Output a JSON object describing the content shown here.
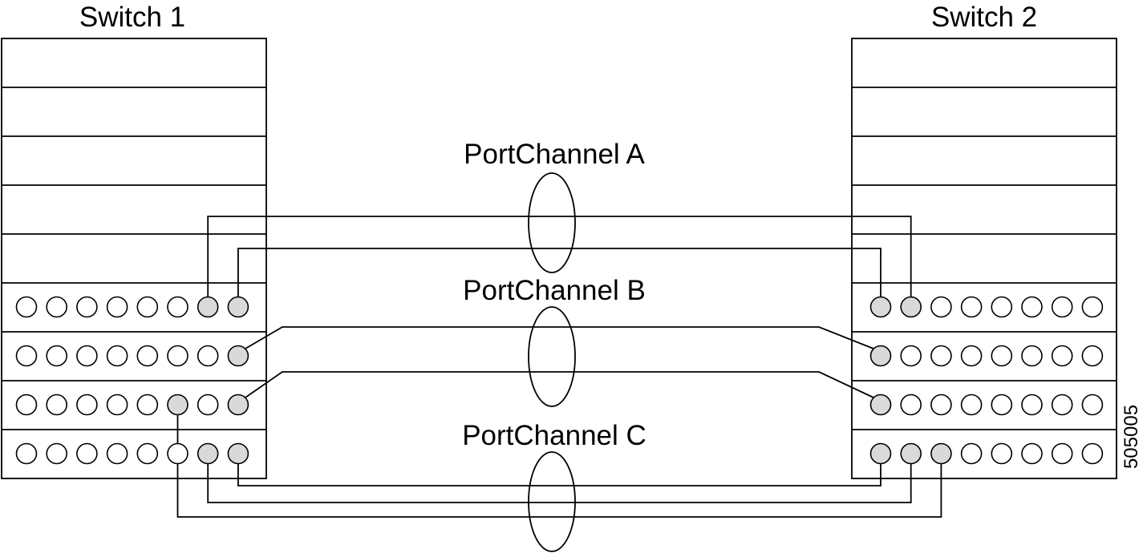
{
  "figure": {
    "id": "505005",
    "colors": {
      "line": "#000000",
      "port_idle": "#ffffff",
      "port_used": "#d9d9d9"
    },
    "switches": [
      {
        "key": "s1",
        "label": "Switch 1",
        "blank_slots": 5,
        "port_rows": 4,
        "ports_per_row": 8,
        "used_ports": [
          [
            0,
            6
          ],
          [
            0,
            7
          ],
          [
            1,
            7
          ],
          [
            2,
            5
          ],
          [
            2,
            7
          ],
          [
            3,
            6
          ],
          [
            3,
            7
          ]
        ]
      },
      {
        "key": "s2",
        "label": "Switch 2",
        "blank_slots": 5,
        "port_rows": 4,
        "ports_per_row": 8,
        "used_ports": [
          [
            0,
            0
          ],
          [
            0,
            1
          ],
          [
            1,
            0
          ],
          [
            2,
            0
          ],
          [
            3,
            0
          ],
          [
            3,
            1
          ],
          [
            3,
            2
          ]
        ]
      }
    ],
    "port_channels": [
      {
        "key": "a",
        "label": "PortChannel A",
        "links": [
          {
            "from": [
              0,
              6
            ],
            "to": [
              0,
              1
            ]
          },
          {
            "from": [
              0,
              7
            ],
            "to": [
              0,
              0
            ]
          }
        ]
      },
      {
        "key": "b",
        "label": "PortChannel B",
        "links": [
          {
            "from": [
              1,
              7
            ],
            "to": [
              1,
              0
            ]
          },
          {
            "from": [
              2,
              7
            ],
            "to": [
              2,
              0
            ]
          }
        ]
      },
      {
        "key": "c",
        "label": "PortChannel C",
        "links": [
          {
            "from": [
              3,
              7
            ],
            "to": [
              3,
              0
            ]
          },
          {
            "from": [
              3,
              6
            ],
            "to": [
              3,
              1
            ]
          },
          {
            "from": [
              2,
              5
            ],
            "to": [
              3,
              2
            ]
          }
        ]
      }
    ]
  }
}
